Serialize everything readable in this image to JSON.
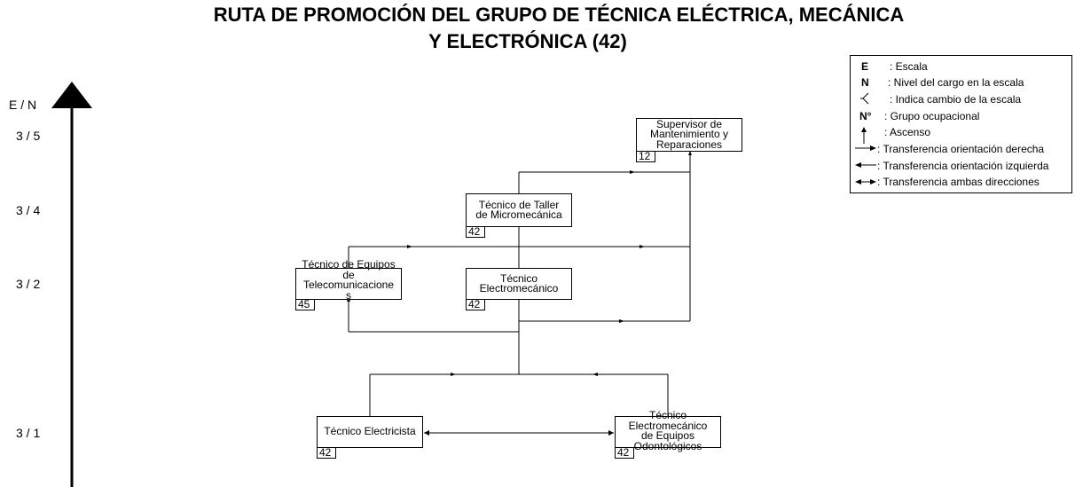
{
  "title": {
    "line1": "RUTA DE PROMOCIÓN DEL GRUPO DE TÉCNICA ELÉCTRICA, MECÁNICA",
    "line2": "Y ELECTRÓNICA (42)"
  },
  "axis": {
    "label": "E / N",
    "levels": [
      "3 / 5",
      "3 / 4",
      "3 / 2",
      "3 / 1"
    ]
  },
  "nodes": {
    "supervisor": {
      "lines": [
        "Supervisor de",
        "Mantenimiento y",
        "Reparaciones"
      ],
      "code": "12"
    },
    "micromecanica": {
      "lines": [
        "Técnico de Taller",
        "de Micromecánica"
      ],
      "code": "42"
    },
    "telecom": {
      "lines": [
        "Técnico de Equipos",
        "de",
        "Telecomunicacione",
        "s"
      ],
      "code": "45"
    },
    "electromecanico": {
      "lines": [
        "Técnico",
        "Electromecánico"
      ],
      "code": "42"
    },
    "electricista": {
      "lines": [
        "Técnico Electricista"
      ],
      "code": "42"
    },
    "odontologicos": {
      "lines": [
        "Técnico",
        "Electromecánico",
        "de Equipos",
        "Odontológicos"
      ],
      "code": "42"
    }
  },
  "legend": [
    {
      "symbol": "E",
      "text": ": Escala"
    },
    {
      "symbol": "N",
      "text": ": Nivel del cargo en la escala"
    },
    {
      "symbol": "change-of-scale-icon",
      "text": ": Indica cambio de la escala"
    },
    {
      "symbol": "N°",
      "text": ": Grupo ocupacional"
    },
    {
      "symbol": "up-arrow-icon",
      "text": ": Ascenso"
    },
    {
      "symbol": "right-arrow-icon",
      "text": ": Transferencia orientación derecha"
    },
    {
      "symbol": "left-arrow-icon",
      "text": ": Transferencia orientación izquierda"
    },
    {
      "symbol": "double-arrow-icon",
      "text": ": Transferencia ambas direcciones"
    }
  ]
}
